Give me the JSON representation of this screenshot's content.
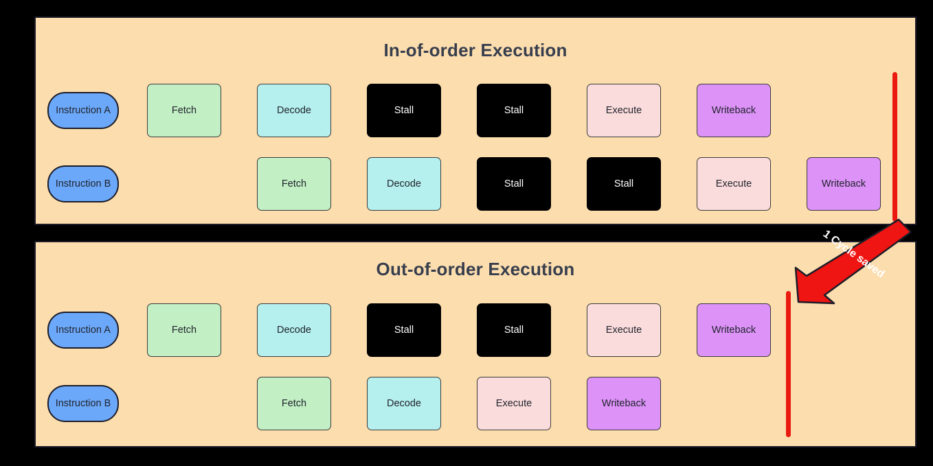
{
  "figure": {
    "title_hidden": "Pipeline execution comparison: in-order vs out-of-order",
    "background_color": "#000000",
    "panel_background": "#FCDDAE",
    "panel_border": "#1c1c28"
  },
  "colors": {
    "instruction_pill": "#6CA8F9",
    "fetch": "#C2EFC4",
    "decode": "#B5F0EE",
    "stall": "#000000",
    "execute": "#FBDCDC",
    "writeback": "#DD92F7",
    "marker_red": "#EA1A10",
    "arrow_red": "#EE1512",
    "title_text": "#373E4D"
  },
  "panels": [
    {
      "id": "in-order",
      "title": "In-of-order Execution",
      "rows": [
        {
          "id": "row-a",
          "instruction": "Instruction A",
          "stages": [
            {
              "label": "Fetch",
              "kind": "fetch",
              "slot": 0
            },
            {
              "label": "Decode",
              "kind": "decode",
              "slot": 1
            },
            {
              "label": "Stall",
              "kind": "stall",
              "slot": 2
            },
            {
              "label": "Stall",
              "kind": "stall",
              "slot": 3
            },
            {
              "label": "Execute",
              "kind": "execute",
              "slot": 4
            },
            {
              "label": "Writeback",
              "kind": "writeback",
              "slot": 5
            }
          ]
        },
        {
          "id": "row-b",
          "instruction": "Instruction B",
          "stages": [
            {
              "label": "Fetch",
              "kind": "fetch",
              "slot": 1
            },
            {
              "label": "Decode",
              "kind": "decode",
              "slot": 2
            },
            {
              "label": "Stall",
              "kind": "stall",
              "slot": 3
            },
            {
              "label": "Stall",
              "kind": "stall",
              "slot": 4
            },
            {
              "label": "Execute",
              "kind": "execute",
              "slot": 5
            },
            {
              "label": "Writeback",
              "kind": "writeback",
              "slot": 6
            }
          ]
        }
      ],
      "marker": {
        "name": "completion-marker-line",
        "color": "#EA1A10"
      }
    },
    {
      "id": "out-of-order",
      "title": "Out-of-order Execution",
      "rows": [
        {
          "id": "row-a",
          "instruction": "Instruction A",
          "stages": [
            {
              "label": "Fetch",
              "kind": "fetch",
              "slot": 0
            },
            {
              "label": "Decode",
              "kind": "decode",
              "slot": 1
            },
            {
              "label": "Stall",
              "kind": "stall",
              "slot": 2
            },
            {
              "label": "Stall",
              "kind": "stall",
              "slot": 3
            },
            {
              "label": "Execute",
              "kind": "execute",
              "slot": 4
            },
            {
              "label": "Writeback",
              "kind": "writeback",
              "slot": 5
            }
          ]
        },
        {
          "id": "row-b",
          "instruction": "Instruction B",
          "stages": [
            {
              "label": "Fetch",
              "kind": "fetch",
              "slot": 1
            },
            {
              "label": "Decode",
              "kind": "decode",
              "slot": 2
            },
            {
              "label": "Execute",
              "kind": "execute",
              "slot": 3
            },
            {
              "label": "Writeback",
              "kind": "writeback",
              "slot": 4
            }
          ]
        }
      ],
      "marker": {
        "name": "completion-marker-line",
        "color": "#EA1A10"
      }
    }
  ],
  "annotation": {
    "label": "1 Cycle saved",
    "color": "#EE1512",
    "icon": "arrow-down-left-icon"
  }
}
